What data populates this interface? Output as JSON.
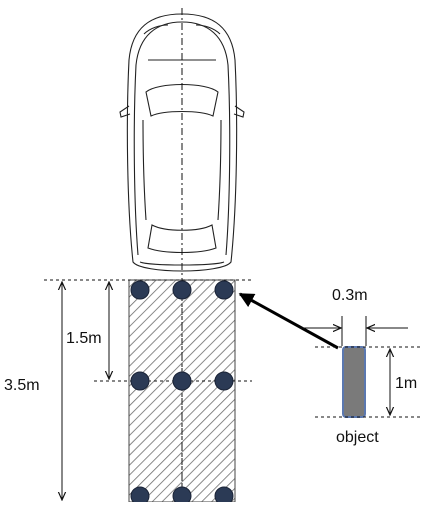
{
  "labels": {
    "total_length": "3.5m",
    "first_row_spacing": "1.5m",
    "object_width": "0.3m",
    "object_height": "1m",
    "object_name": "object"
  },
  "colors": {
    "sensor_fill": "#2b3a55",
    "object_fill": "#7a7a7a",
    "object_border": "#5b78b0",
    "hatch": "#6b6b6b",
    "line": "#111111"
  }
}
